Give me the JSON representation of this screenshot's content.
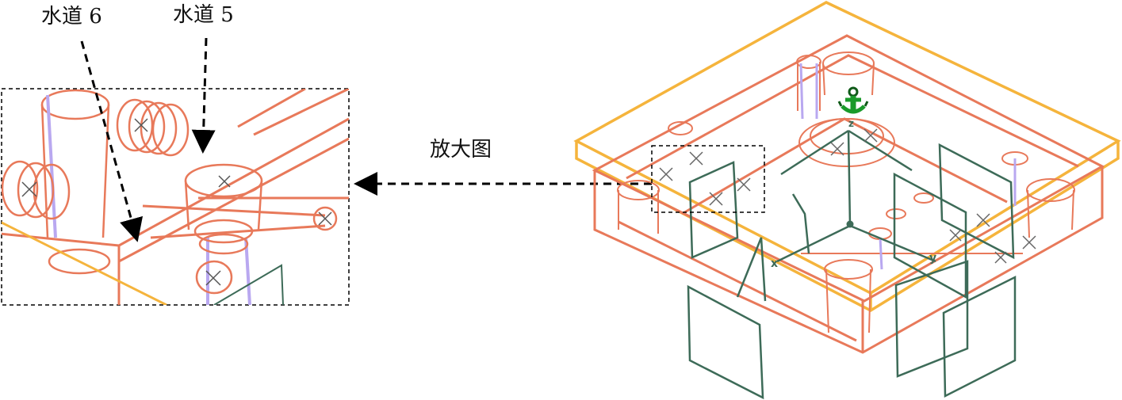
{
  "labels": {
    "channel_6": "水道 6",
    "channel_5": "水道 5",
    "zoom_view": "放大图"
  },
  "gizmo_axes": {
    "x": "x",
    "y": "y",
    "z": "z"
  },
  "colors": {
    "mold_line": "#e8795a",
    "plate_outline": "#f5b43c",
    "datum_plane": "#3d6b58",
    "cooling_channel": "#b9a8f0",
    "anchor": "#1a9a2a",
    "callout": "#000000"
  }
}
